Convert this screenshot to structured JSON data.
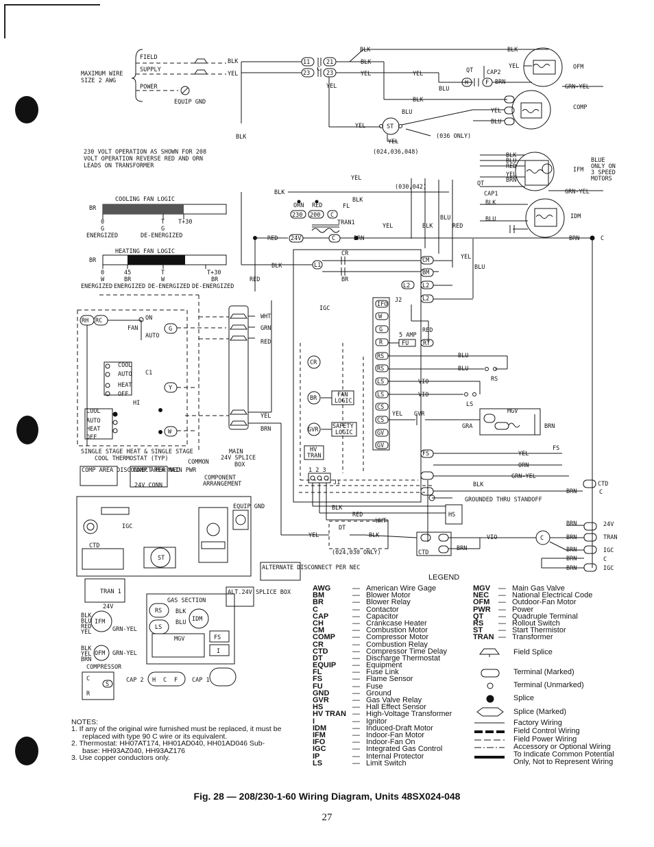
{
  "diagram": {
    "power_block": {
      "field": "FIELD",
      "supply": "SUPPLY",
      "power": "POWER",
      "equip_gnd": "EQUIP GND",
      "max_wire_1": "MAXIMUM WIRE",
      "max_wire_2": "SIZE 2 AWG"
    },
    "voltage_note": [
      "230 VOLT OPERATION AS SHOWN  FOR 208",
      "VOLT OPERATION REVERSE RED AND ORN",
      "LEADS ON TRANSFORMER"
    ],
    "cooling_fan_logic": {
      "title": "COOLING FAN LOGIC",
      "br": "BR",
      "t0": "0",
      "t1": "T",
      "t2": "T+30",
      "g0": "G",
      "g1": "G",
      "s0": "ENERGIZED",
      "s1": "DE-ENERGIZED"
    },
    "heating_fan_logic": {
      "title": "HEATING FAN LOGIC",
      "br": "BR",
      "t0": "0",
      "t1": "45",
      "t2": "T",
      "t3": "T+30",
      "w0": "W",
      "w1": "BR",
      "w2": "W",
      "w3": "BR",
      "s0": "ENERGIZED",
      "s1": "ENERGIZED",
      "s2": "DE-ENERGIZED",
      "s3": "DE-ENERGIZED"
    },
    "wires": {
      "blk": "BLK",
      "yel": "YEL",
      "blu": "BLU",
      "brn": "BRN",
      "red": "RED",
      "orn": "ORN",
      "grn": "GRN",
      "wht": "WHT",
      "vio": "VIO",
      "grn_yel": "GRN-YEL",
      "fl": "FL"
    },
    "components": {
      "ofm": "OFM",
      "comp": "COMP",
      "ifm": "IFM",
      "idm": "IDM",
      "st": "ST",
      "qt": "QT",
      "cap2": "CAP2",
      "cap1": "CAP1",
      "c": "C",
      "tran1": "TRAN1",
      "igc": "IGC",
      "j2": "J2",
      "j1": "J1",
      "cr": "CR",
      "br": "BR",
      "gvr": "GVR",
      "fan_logic_1": "FAN",
      "fan_logic_2": "LOGIC",
      "safety_logic_1": "SAFETY",
      "safety_logic_2": "LOGIC",
      "hv_tran_1": "HV",
      "hv_tran_2": "TRAN",
      "five_amp": "5 AMP",
      "fu": "FU",
      "rt": "RT",
      "mgv": "MGV",
      "gra": "GRA",
      "rs": "RS",
      "ls": "LS",
      "fs": "FS",
      "ctd": "CTD",
      "hs": "HS",
      "dt": "DT",
      "grounded_thru_standoff": "GROUNDED THRU STANDOFF",
      "model_036_only": "(036 ONLY)",
      "model_024_036_048": "(024,036,048)",
      "model_030_042": "(030,042)",
      "model_024_030_only": "(024,030 ONLY)",
      "blue_only_1": "BLUE",
      "blue_only_2": "ONLY ON",
      "blue_only_3": "3 SPEED",
      "blue_only_4": "MOTORS",
      "v24": "24V",
      "tran": "TRAN",
      "n123": "1 2 3"
    },
    "terminals": {
      "t11": "11",
      "t21": "21",
      "t23a": "23",
      "t23b": "23",
      "t230": "230",
      "t200": "200",
      "t24v": "24V",
      "l1": "L1",
      "l2": "L2",
      "cm": "CM",
      "bm": "BM",
      "ifo": "IFO",
      "w": "W",
      "g": "G",
      "r": "R",
      "rs": "RS",
      "ls": "LS",
      "cs": "CS",
      "gv": "GV",
      "h": "H",
      "f": "F"
    },
    "thermostat": {
      "rh": "RH",
      "rc": "RC",
      "on": "ON",
      "auto": "AUTO",
      "fan": "FAN",
      "cool": "COOL",
      "heat": "HEAT",
      "off": "OFF",
      "c1": "C1",
      "hi": "HI",
      "y": "Y",
      "w": "W",
      "g": "G",
      "caption_1": "SINGLE STAGE HEAT & SINGLE STAGE",
      "caption_2": "COOL THERMOSTAT (TYP)",
      "common": "COMMON",
      "main_1": "MAIN",
      "main_2": "24V SPLICE",
      "main_3": "BOX"
    },
    "arrangement": {
      "comp_area_disc": "COMP AREA DISCONNECT PER NEC",
      "comp_area_main": "COMP AREA MAIN PWR",
      "v24_conn": "24V CONN",
      "component_arrangement_1": "COMPONENT",
      "component_arrangement_2": "ARRANGEMENT",
      "equip_gnd": "EQUIP GND",
      "igc": "IGC",
      "ctd": "CTD",
      "st": "ST",
      "alternate_disc": "ALTERNATE DISCONNECT PER NEC",
      "tran1": "TRAN 1",
      "v24": "24V",
      "alt_24v": "ALT.24V SPLICE BOX",
      "gas_section": "GAS SECTION",
      "rs": "RS",
      "ls": "LS",
      "idm": "IDM",
      "mgv": "MGV",
      "fs": "FS",
      "ifm": "IFM",
      "ofm": "OFM",
      "compressor": "COMPRESSOR",
      "cap2": "CAP 2",
      "cap1": "CAP 1",
      "h": "H",
      "c": "C",
      "f": "F",
      "r": "R",
      "s": "S",
      "i": "I"
    }
  },
  "legend": {
    "title": "LEGEND",
    "left": [
      {
        "abbr": "AWG",
        "text": "American Wire Gage"
      },
      {
        "abbr": "BM",
        "text": "Blower Motor"
      },
      {
        "abbr": "BR",
        "text": "Blower Relay"
      },
      {
        "abbr": "C",
        "text": "Contactor"
      },
      {
        "abbr": "CAP",
        "text": "Capacitor"
      },
      {
        "abbr": "CH",
        "text": "Crankcase Heater"
      },
      {
        "abbr": "CM",
        "text": "Combustion Motor"
      },
      {
        "abbr": "COMP",
        "text": "Compressor Motor"
      },
      {
        "abbr": "CR",
        "text": "Combustion Relay"
      },
      {
        "abbr": "CTD",
        "text": "Compressor Time Delay"
      },
      {
        "abbr": "DT",
        "text": "Discharge Thermostat"
      },
      {
        "abbr": "EQUIP",
        "text": "Equipment"
      },
      {
        "abbr": "FL",
        "text": "Fuse Link"
      },
      {
        "abbr": "FS",
        "text": "Flame Sensor"
      },
      {
        "abbr": "FU",
        "text": "Fuse"
      },
      {
        "abbr": "GND",
        "text": "Ground"
      },
      {
        "abbr": "GVR",
        "text": "Gas Valve Relay"
      },
      {
        "abbr": "HS",
        "text": "Hall Effect Sensor"
      },
      {
        "abbr": "HV TRAN",
        "text": "High-Voltage Transformer"
      },
      {
        "abbr": "I",
        "text": "Ignitor"
      },
      {
        "abbr": "IDM",
        "text": "Induced-Draft Motor"
      },
      {
        "abbr": "IFM",
        "text": "Indoor-Fan Motor"
      },
      {
        "abbr": "IFO",
        "text": "Indoor-Fan On"
      },
      {
        "abbr": "IGC",
        "text": "Integrated Gas Control"
      },
      {
        "abbr": "IP",
        "text": "Internal Protector"
      },
      {
        "abbr": "LS",
        "text": "Limit Switch"
      }
    ],
    "right": [
      {
        "abbr": "MGV",
        "text": "Main Gas Valve"
      },
      {
        "abbr": "NEC",
        "text": "National Electrical Code"
      },
      {
        "abbr": "OFM",
        "text": "Outdoor-Fan Motor"
      },
      {
        "abbr": "PWR",
        "text": "Power"
      },
      {
        "abbr": "QT",
        "text": "Quadruple Terminal"
      },
      {
        "abbr": "RS",
        "text": "Rollout Switch"
      },
      {
        "abbr": "ST",
        "text": "Start Thermistor"
      },
      {
        "abbr": "TRAN",
        "text": "Transformer"
      }
    ],
    "symbols": {
      "field_splice": "Field Splice",
      "terminal_marked": "Terminal (Marked)",
      "terminal_unmarked": "Terminal (Unmarked)",
      "splice": "Splice",
      "splice_marked": "Splice (Marked)",
      "factory_wiring": "Factory Wiring",
      "field_control_wiring": "Field Control Wiring",
      "field_power_wiring": "Field Power Wiring",
      "accessory_1": "Accessory or Optional Wiring",
      "accessory_2": "To Indicate Common Potential",
      "accessory_3": "Only, Not to Represent Wiring"
    }
  },
  "notes": {
    "title": "NOTES:",
    "items": [
      "1. If any of the original wire furnished must be replaced, it must be",
      "replaced with type 90 C wire or its equivalent.",
      "2. Thermostat: HH07AT174, HH01AD040, HH01AD046 Sub-",
      "base: HH93AZ040, HH93AZ176",
      "3. Use copper conductors only."
    ]
  },
  "caption": "Fig. 28 — 208/230-1-60 Wiring Diagram, Units 48SX024-048",
  "page_number": "27"
}
